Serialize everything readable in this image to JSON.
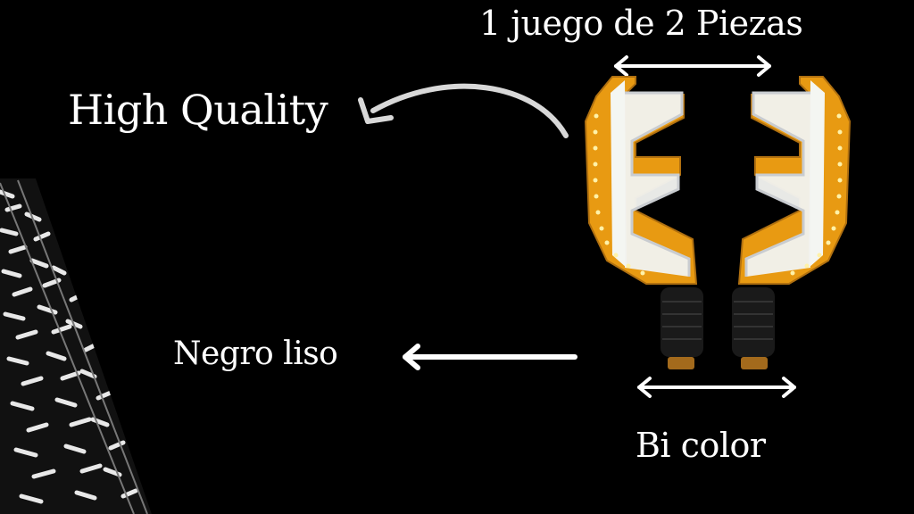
{
  "texts": {
    "top_caption": "1 juego de 2 Piezas",
    "quality_caption": "High Quality",
    "finish_caption": "Negro liso",
    "color_caption": "Bi color"
  },
  "colors": {
    "background": "#000000",
    "text": "#ffffff",
    "amber": "#f2a81c",
    "led_white": "#f4f6f2",
    "chrome": "#c9ccd0"
  },
  "icons": {
    "arrow_top": "double-arrow-icon",
    "arrow_quality": "curved-arrow-left-icon",
    "arrow_finish": "arrow-left-icon",
    "arrow_bottom": "double-arrow-icon"
  }
}
